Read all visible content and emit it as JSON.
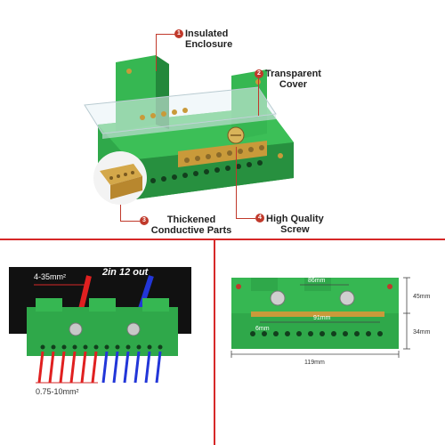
{
  "callouts": [
    {
      "num": "1",
      "line1": "Insulated",
      "line2": "Enclosure"
    },
    {
      "num": "2",
      "line1": "Transparent",
      "line2": "Cover"
    },
    {
      "num": "3",
      "line1": "Thickened",
      "line2": "Conductive Parts"
    },
    {
      "num": "4",
      "line1": "High Quality",
      "line2": "Screw"
    }
  ],
  "wiring": {
    "input_size": "4-35mm²",
    "output_size": "0.75-10mm²",
    "io_label": "2in 12 out"
  },
  "dimensions": {
    "top_width": "86mm",
    "inner_width": "91mm",
    "total_length": "119mm",
    "total_height": "45mm",
    "body_height": "34mm",
    "hole_size": "6mm"
  },
  "colors": {
    "accent_red": "#d62828",
    "enclosure_green": "#2fa84a",
    "brass": "#c99a3a",
    "wire_red": "#e02020",
    "wire_blue": "#2236d8"
  }
}
